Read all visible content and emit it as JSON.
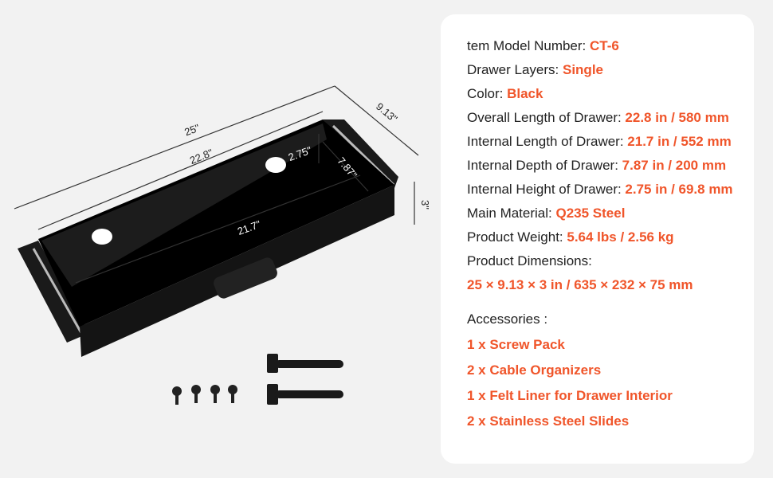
{
  "specs": [
    {
      "label": "tem Model Number: ",
      "value": "CT-6"
    },
    {
      "label": "Drawer Layers: ",
      "value": "Single"
    },
    {
      "label": "Color: ",
      "value": "Black"
    },
    {
      "label": "Overall Length of Drawer: ",
      "value": "22.8 in / 580 mm"
    },
    {
      "label": "Internal Length of Drawer: ",
      "value": "21.7 in / 552 mm"
    },
    {
      "label": "Internal Depth of Drawer: ",
      "value": "7.87 in / 200 mm"
    },
    {
      "label": "Internal Height of Drawer: ",
      "value": "2.75 in / 69.8 mm"
    },
    {
      "label": "Main Material: ",
      "value": "Q235 Steel"
    },
    {
      "label": "Product Weight: ",
      "value": "5.64 lbs / 2.56 kg"
    }
  ],
  "dimensions_label": "Product Dimensions:",
  "dimensions_value": "25 × 9.13 × 3 in / 635 × 232 × 75 mm",
  "accessories_label": "Accessories :",
  "accessories": [
    "1 x Screw Pack",
    "2 x Cable Organizers",
    "1 x Felt Liner for Drawer Interior",
    "2 x Stainless Steel Slides"
  ],
  "drawing_labels": {
    "overall": "25\"",
    "length": "22.8\"",
    "depth_outer": "9.13\"",
    "height": "3\"",
    "inner_length": "21.7\"",
    "inner_height": "2.75\"",
    "inner_depth": "7.87\""
  },
  "colors": {
    "accent": "#f0552a",
    "background": "#f2f2f2"
  }
}
